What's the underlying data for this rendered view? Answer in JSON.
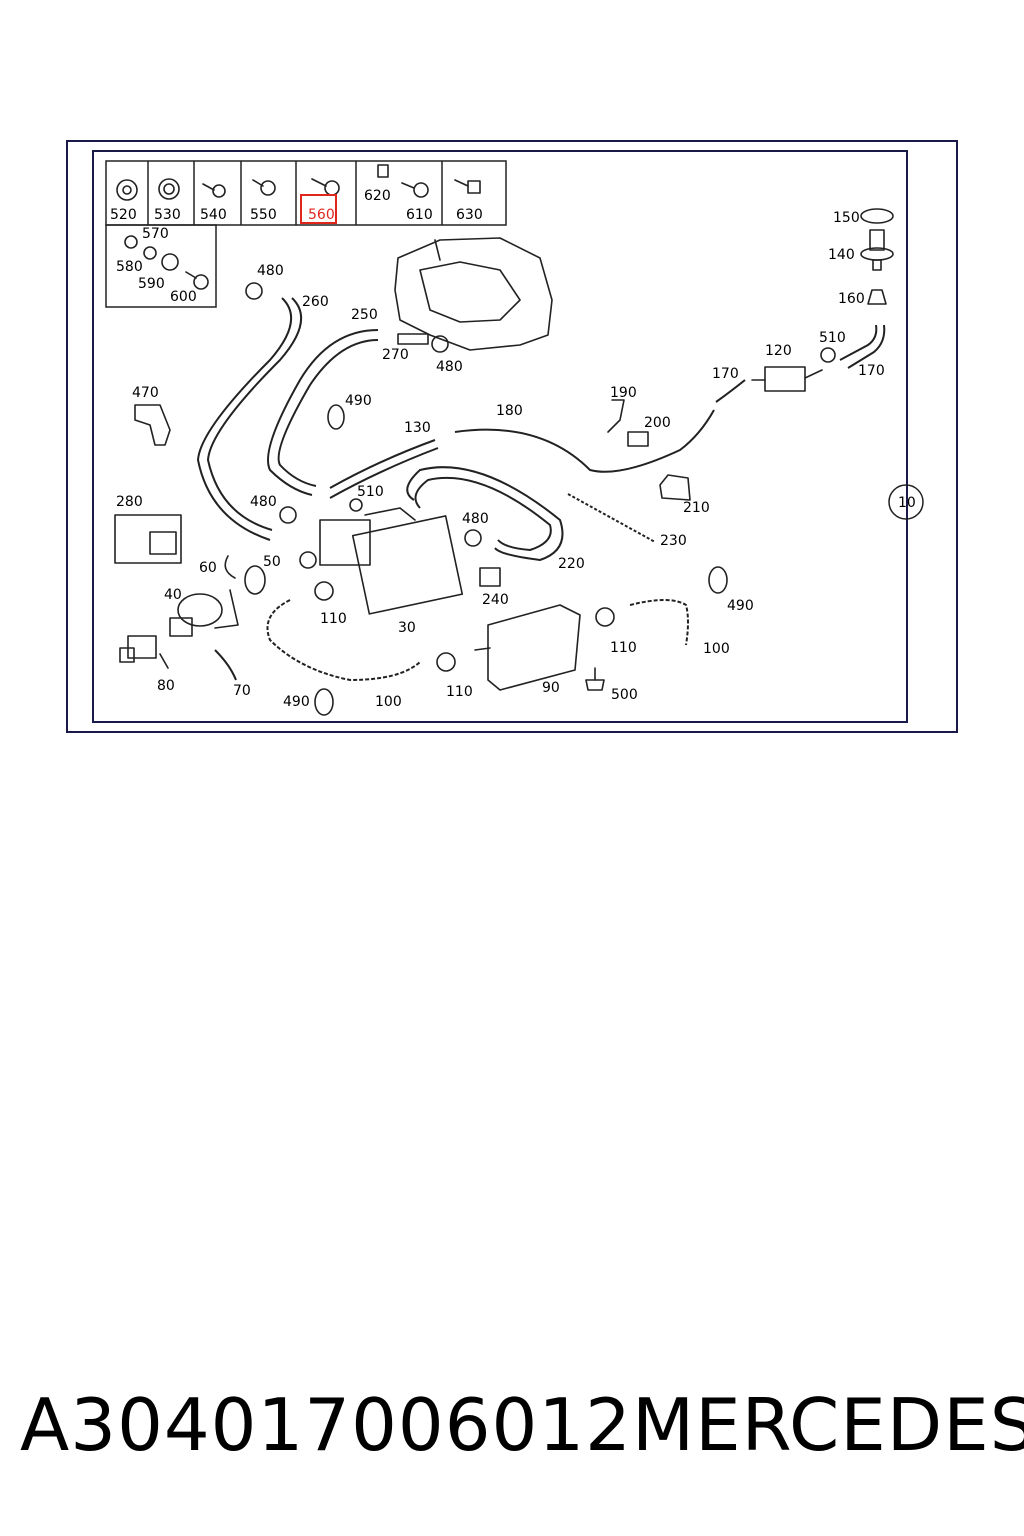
{
  "diagram": {
    "labels": {
      "l520": "520",
      "l530": "530",
      "l540": "540",
      "l550": "550",
      "l560": "560",
      "l620": "620",
      "l610": "610",
      "l630": "630",
      "l570": "570",
      "l580": "580",
      "l590": "590",
      "l600": "600",
      "l150": "150",
      "l140": "140",
      "l160": "160",
      "l480a": "480",
      "l260": "260",
      "l250": "250",
      "l270": "270",
      "l480b": "480",
      "l470": "470",
      "l490a": "490",
      "l130": "130",
      "l180": "180",
      "l190": "190",
      "l200": "200",
      "l170a": "170",
      "l120": "120",
      "l510a": "510",
      "l170b": "170",
      "l280": "280",
      "l480c": "480",
      "l510b": "510",
      "l480d": "480",
      "l210": "210",
      "l230": "230",
      "l220": "220",
      "l10": "10",
      "l60": "60",
      "l50": "50",
      "l40": "40",
      "l110a": "110",
      "l30": "30",
      "l240": "240",
      "l490b": "490",
      "l110b": "110",
      "l100a": "100",
      "l80": "80",
      "l70": "70",
      "l490c": "490",
      "l100b": "100",
      "l110c": "110",
      "l90": "90",
      "l500": "500"
    },
    "highlight_color": "#e0261b",
    "line_color": "#222222",
    "border_color": "#1a1a4a"
  },
  "caption": {
    "part_number": "A304017006012",
    "brand": "MERCEDES"
  }
}
